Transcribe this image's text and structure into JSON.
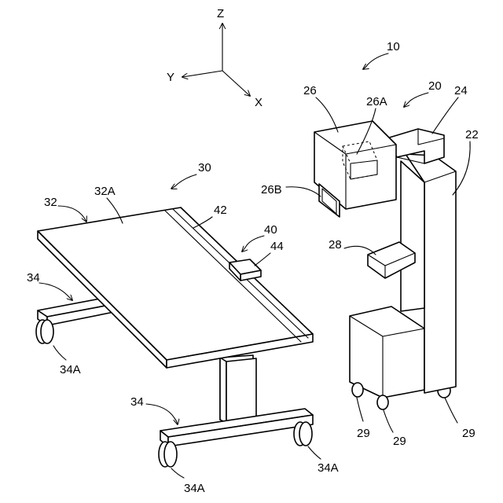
{
  "axes": {
    "z": "Z",
    "y": "Y",
    "x": "X"
  },
  "labels": {
    "system": "10",
    "xray_unit": "20",
    "column": "22",
    "arm": "24",
    "source": "26",
    "source_window": "26A",
    "source_side": "26B",
    "handle": "28",
    "table": "30",
    "tabletop": "32",
    "tabletop_surface": "32A",
    "leg": "34",
    "caster_a": "34A",
    "detector": "40",
    "rail": "42",
    "detector_body": "44",
    "wheel": "29"
  }
}
